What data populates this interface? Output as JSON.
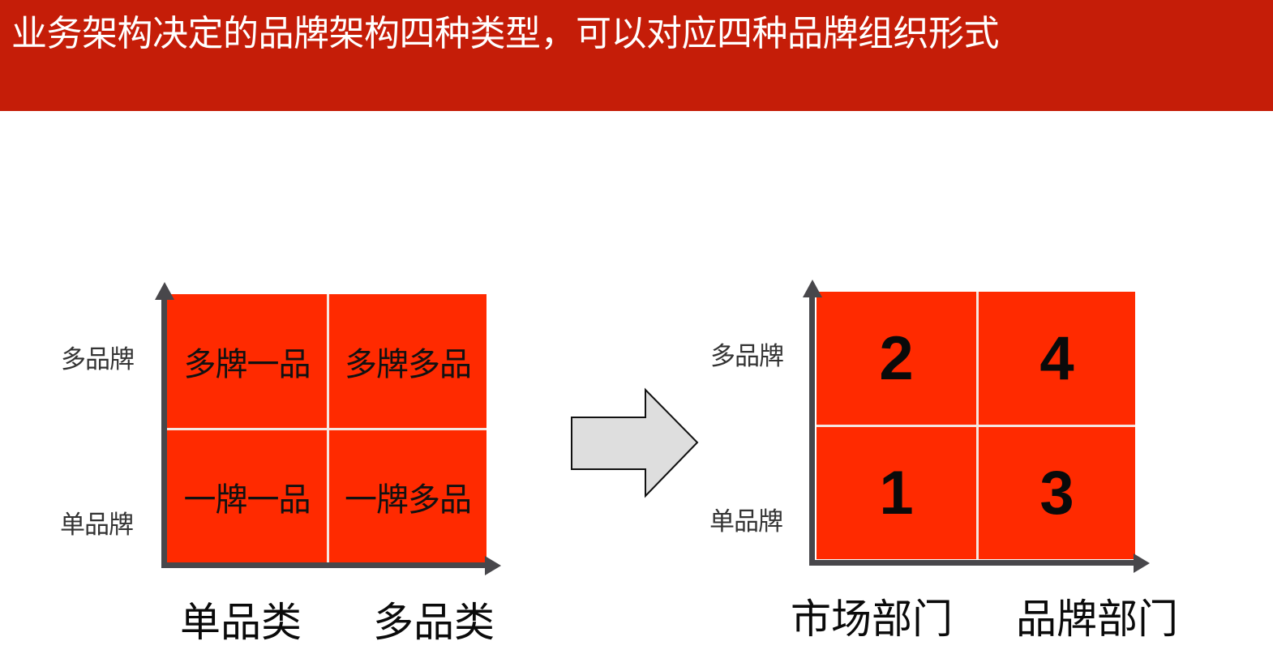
{
  "header": {
    "title": "业务架构决定的品牌架构四种类型，可以对应四种品牌组织形式",
    "background_color": "#c51d08",
    "text_color": "#ffffff"
  },
  "colors": {
    "cell_fill": "#ff2a00",
    "axis": "#48474b",
    "arrow_fill": "#dedede",
    "arrow_stroke": "#111111"
  },
  "left_matrix": {
    "y_labels": {
      "top": "多品牌",
      "bottom": "单品牌"
    },
    "x_labels": {
      "left": "单品类",
      "right": "多品类"
    },
    "cells": {
      "top_left": "多牌一品",
      "top_right": "多牌多品",
      "bottom_left": "一牌一品",
      "bottom_right": "一牌多品"
    }
  },
  "transition_arrow": {
    "icon": "right-arrow-icon"
  },
  "right_matrix": {
    "y_labels": {
      "top": "多品牌",
      "bottom": "单品牌"
    },
    "x_labels": {
      "left": "市场部门",
      "right": "品牌部门"
    },
    "cells": {
      "top_left": "2",
      "top_right": "4",
      "bottom_left": "1",
      "bottom_right": "3"
    }
  }
}
